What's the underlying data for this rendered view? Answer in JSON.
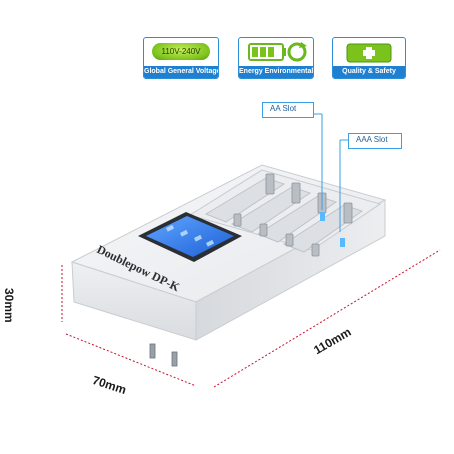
{
  "badges": {
    "voltage": {
      "pill": "110V-240V",
      "caption": "Global General Voltage"
    },
    "energy": {
      "caption": "Energy Environmental"
    },
    "quality": {
      "caption": "Quality & Safety"
    }
  },
  "callouts": {
    "aa": "AA Slot",
    "aaa": "AAA Slot"
  },
  "dimensions": {
    "height": "30mm",
    "depth": "70mm",
    "width": "110mm"
  },
  "brand_logo": "Doublepow DP-K",
  "colors": {
    "accent": "#1f7fd0",
    "green": "#7cc21c",
    "dim_line": "#c8102e",
    "lcd": "#2b6fe0"
  }
}
